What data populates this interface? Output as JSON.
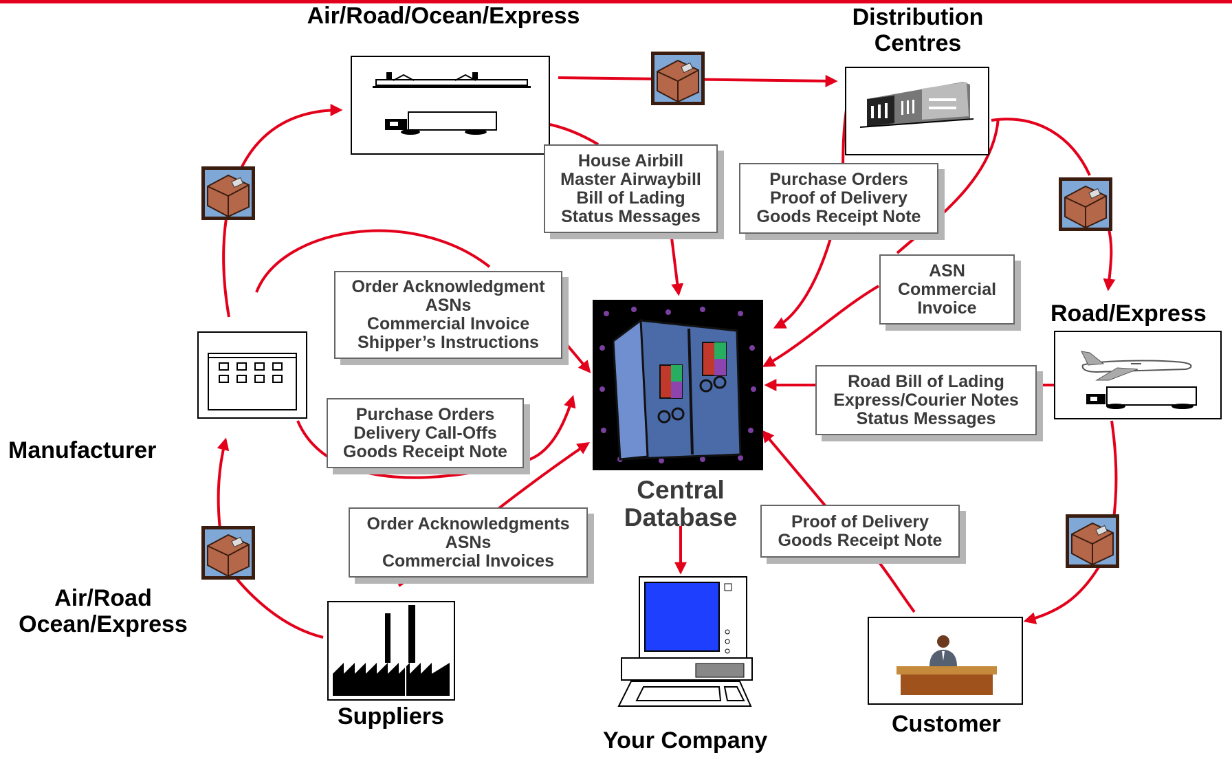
{
  "labels": {
    "air_road_ocean_express_top": "Air/Road/Ocean/Express",
    "distribution_centres": [
      "Distribution",
      "Centres"
    ],
    "road_express": "Road/Express",
    "manufacturer": "Manufacturer",
    "air_road_ocean_express_left": [
      "Air/Road",
      "Ocean/Express"
    ],
    "suppliers": "Suppliers",
    "central_database": [
      "Central",
      "Database"
    ],
    "your_company": "Your Company",
    "customer": "Customer"
  },
  "doc_boxes": {
    "carrier_docs": [
      "House Airbill",
      "Master Airwaybill",
      "Bill of Lading",
      "Status Messages"
    ],
    "distribution_docs": [
      "Purchase Orders",
      "Proof of Delivery",
      "Goods Receipt Note"
    ],
    "asn_docs": [
      "ASN",
      "Commercial",
      "Invoice"
    ],
    "manufacturer_outbound_docs": [
      "Order Acknowledgment",
      "ASNs",
      "Commercial Invoice",
      "Shipper’s Instructions"
    ],
    "manufacturer_inbound_docs": [
      "Purchase Orders",
      "Delivery Call-Offs",
      "Goods Receipt Note"
    ],
    "road_express_docs": [
      "Road Bill of Lading",
      "Express/Courier Notes",
      "Status Messages"
    ],
    "supplier_docs": [
      "Order Acknowledgments",
      "ASNs",
      "Commercial Invoices"
    ],
    "customer_docs": [
      "Proof of Delivery",
      "Goods Receipt Note"
    ]
  },
  "colors": {
    "arrow": "#e3001b",
    "box_border": "#666666",
    "box_shadow": "#b5b5b5",
    "text_dark": "#3a3a3a",
    "package": "#b5674a",
    "monitor_screen": "#1f3fff",
    "desk": "#a0521c"
  },
  "icons": [
    "package-icon",
    "ship-icon",
    "truck-icon",
    "airplane-icon",
    "warehouse-icon",
    "factory-building-icon",
    "factory-icon",
    "database-icon",
    "computer-icon",
    "person-at-desk-icon"
  ]
}
